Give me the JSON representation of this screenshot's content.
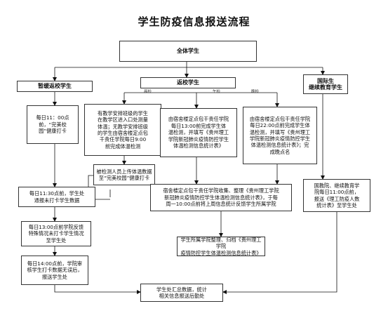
{
  "title": "学生防疫信息报送流程",
  "nodes": {
    "all_students": "全体学生",
    "suspended": "暂缓返校学生",
    "returning": "返校学生",
    "intl": "国际生\n继续教育学生",
    "checkin_1100": "每日11：00点\n前，“完美校\n园”健康打卡",
    "dept_temp": "有教学安排班级的学生\n在教学区进入口处测量\n体温；无教学安排班级\n的学生由宿舍楼定点包\n干责任学院每日9:00\n前完成体温检测",
    "dorm_1300": "由宿舍楼定点包干责任学院\n每日13:00前完成学生体\n温检测，并填写《贵州理工\n学院新冠肺炎疫情防控学生\n体温检测信息统计表》",
    "dorm_2200": "由宿舍楼定点包干责任学院\n每日22:00点前完成学生体\n温检测，并填写《贵州理工\n学院新冠肺炎疫情防控学生\n体温检测信息统计表》；完\n成晚点名",
    "upload_temp": "被检测人员上传体温数据\n至“完美校园”健康打卡",
    "collect": "宿舍楼定点包干责任学院收集、整理《贵州理工学院\n新冠肺炎疫情防控学生体温检测信息统计表》，于每\n周一10:00点前将上周信息统计反馈学生所属学院",
    "notify_1130": "每日11:30点前，学生处\n通报未打卡学生数据",
    "intl_1100": "国教院、继续教育学\n院每日11:00点前，\n报送《理工防疫人数\n统计表》至学生处",
    "feedback_1300": "每日13:00点前学院反馈\n特殊情况未打卡学生情况\n至学生处",
    "archive": "学生所属学院整理、归档《贵州理工学院\n疫情防控学生体温检测信息统计表》",
    "review_1400": "每日14:00点前，学院审\n核学生打卡数据无误后，\n报送学生处",
    "summary": "学生处汇总数据，统计\n相关信息报送后勤处"
  },
  "labels": {
    "morning": "晨检",
    "noon": "午检",
    "evening": "晚检"
  }
}
